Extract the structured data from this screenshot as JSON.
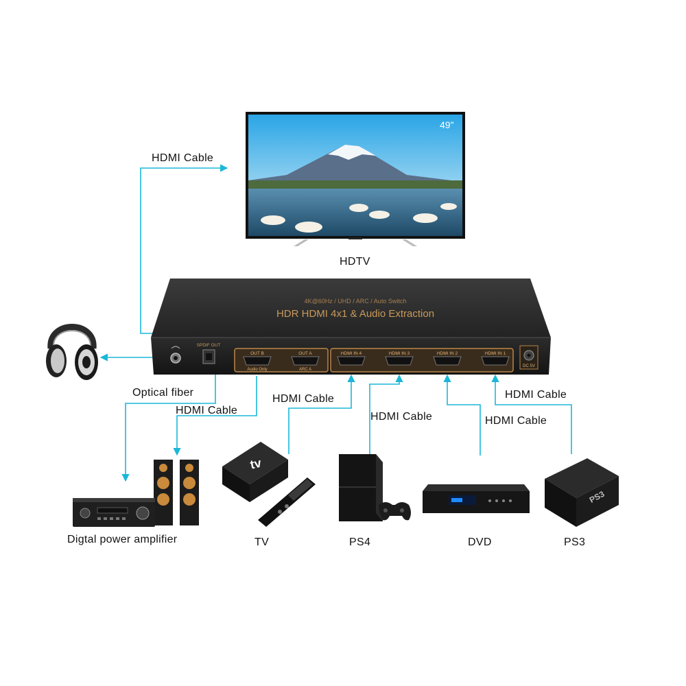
{
  "tv": {
    "size_label": "49\"",
    "caption": "HDTV"
  },
  "switch": {
    "title": "HDR HDMI 4x1 & Audio Extraction",
    "subtitle": "4K@60Hz / UHD / ARC / Auto Switch",
    "ports": {
      "spdif": "SPDIF OUT",
      "outb": "OUT B",
      "outa": "OUT A",
      "audio_only": "Audio Only",
      "arc_a": "ARC A",
      "in4": "HDMI IN 4",
      "in3": "HDMI IN 3",
      "in2": "HDMI IN 2",
      "in1": "HDMI IN 1",
      "dc": "DC 5V"
    }
  },
  "cable_labels": {
    "top": "HDMI Cable",
    "optical": "Optical fiber",
    "amp": "HDMI Cable",
    "tv": "HDMI Cable",
    "ps4": "HDMI Cable",
    "dvd": "HDMI Cable",
    "ps3": "HDMI Cable"
  },
  "devices": {
    "amp": "Digtal power amplifier",
    "appletv": "TV",
    "appletv_logo": "tv",
    "ps4": "PS4",
    "dvd": "DVD",
    "ps3": "PS3",
    "ps3_logo": "PS3"
  },
  "colors": {
    "cable": "#1ab7d9",
    "switch_body": "#2a2a2a",
    "port_gold": "#b8864a"
  }
}
